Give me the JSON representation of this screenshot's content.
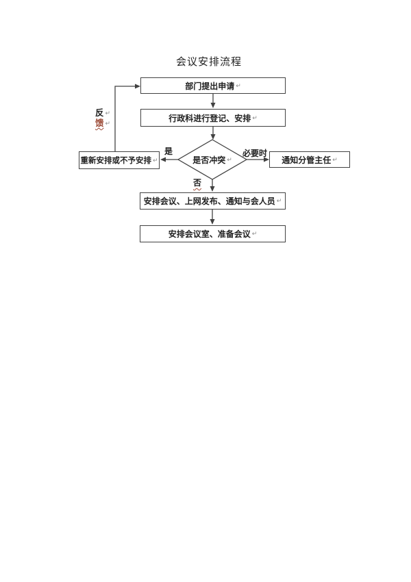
{
  "title": "会议安排流程",
  "nodes": {
    "apply": {
      "label": "部门提出申请"
    },
    "register": {
      "label": "行政科进行登记、安排"
    },
    "conflict": {
      "label": "是否冲突"
    },
    "rearrange": {
      "label": "重新安排或不予安排"
    },
    "notify": {
      "label": "通知分管主任"
    },
    "arrange": {
      "label": "安排会议、上网发布、通知与会人员"
    },
    "prepare": {
      "label": "安排会议室、准备会议"
    }
  },
  "labels": {
    "yes": "是",
    "no": "否",
    "necessary": "必要时",
    "feedback_char1": "反",
    "feedback_char2": "馈"
  },
  "marks": {
    "return": "↵"
  },
  "colors": {
    "line": "#414141",
    "text": "#1f1f1f",
    "red_mark": "#9c4a36",
    "return_mark_gray": "#8a8a8a"
  }
}
